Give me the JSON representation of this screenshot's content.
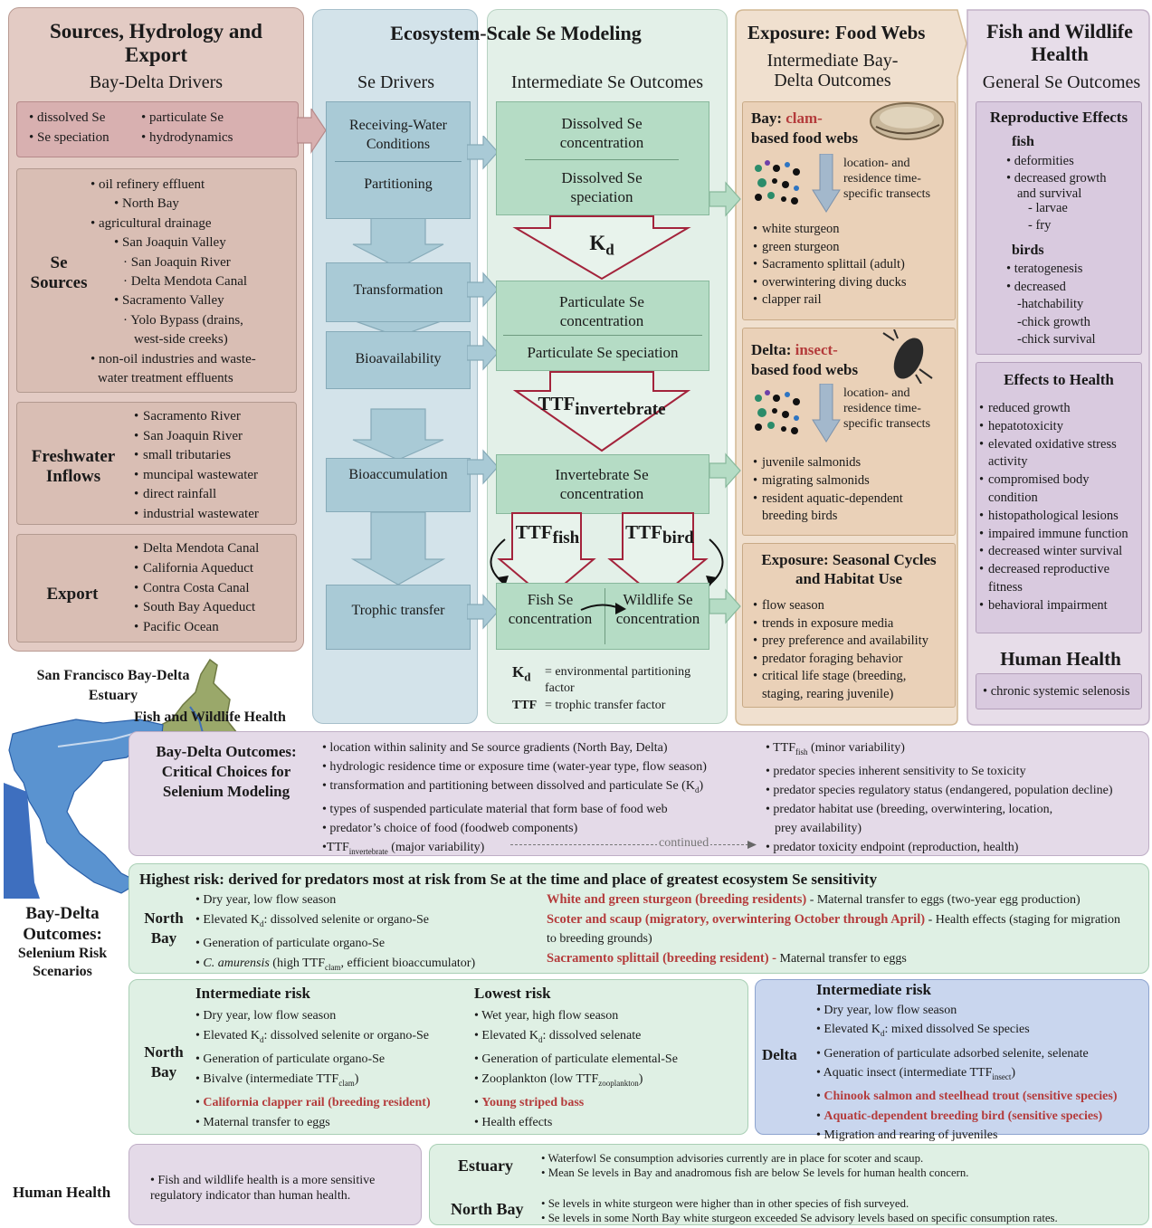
{
  "col1": {
    "title": "Sources, Hydrology and Export",
    "subtitle": "Bay-Delta Drivers",
    "drivers": [
      "dissolved Se",
      "particulate Se",
      "Se speciation",
      "hydrodynamics"
    ],
    "se_sources_label": "Se Sources",
    "se_sources": [
      "• oil refinery effluent",
      "• North Bay",
      "• agricultural drainage",
      "• San Joaquin Valley",
      "· San Joaquin River",
      "· Delta Mendota Canal",
      "• Sacramento Valley",
      "· Yolo Bypass (drains,",
      "west-side creeks)",
      "• non-oil industries and waste-",
      "water treatment effluents"
    ],
    "inflows_label": "Freshwater Inflows",
    "inflows": [
      "Sacramento River",
      "San Joaquin River",
      "small tributaries",
      "muncipal wastewater",
      "direct rainfall",
      "industrial wastewater"
    ],
    "export_label": "Export",
    "export": [
      "Delta Mendota Canal",
      "California Aqueduct",
      "Contra Costa Canal",
      "South Bay Aqueduct",
      "Pacific Ocean"
    ]
  },
  "col2": {
    "title": "Ecosystem-Scale Se Modeling",
    "drivers_head": "Se Drivers",
    "steps": [
      "Receiving-Water Conditions",
      "Partitioning",
      "Transformation",
      "Bioavailability",
      "Bioaccumulation",
      "Trophic transfer"
    ]
  },
  "col3": {
    "head": "Intermediate Se Outcomes",
    "dissolved_conc": "Dissolved Se concentration",
    "dissolved_spec": "Dissolved Se speciation",
    "kd": "K",
    "kd_sub": "d",
    "part_conc": "Particulate Se concentration",
    "part_spec": "Particulate Se speciation",
    "ttf_inv": "TTF",
    "ttf_inv_sub": "invertebrate",
    "inv_conc": "Invertebrate Se concentration",
    "ttf_fish": "TTF",
    "ttf_fish_sub": "fish",
    "ttf_bird": "TTF",
    "ttf_bird_sub": "bird",
    "fish_conc": "Fish Se concentration",
    "wild_conc": "Wildlife Se concentration",
    "legend_kd": "= environmental partitioning factor",
    "legend_ttf": "= trophic transfer factor",
    "legend_ttf_label": "TTF"
  },
  "col4": {
    "title": "Exposure: Food Webs",
    "subtitle": "Intermediate Bay-Delta Outcomes",
    "bay_prefix": "Bay:",
    "bay_red": "clam-",
    "bay_suffix": "based food webs",
    "transect": "location- and residence time-specific transects",
    "bay_items": [
      "white sturgeon",
      "green sturgeon",
      "Sacramento splittail (adult)",
      "overwintering diving ducks",
      "clapper rail"
    ],
    "delta_prefix": "Delta:",
    "delta_red": "insect-",
    "delta_suffix": "based food webs",
    "delta_items": [
      "juvenile salmonids",
      "migrating salmonids",
      "resident aquatic-dependent breeding birds"
    ],
    "seasonal_title": "Exposure: Seasonal Cycles and Habitat Use",
    "seasonal_items": [
      "flow season",
      "trends in exposure media",
      "prey preference and availability",
      "predator foraging behavior",
      "critical life stage (breeding, staging, rearing juvenile)"
    ]
  },
  "col5": {
    "title": "Fish and Wildlife Health",
    "subtitle": "General Se Outcomes",
    "repro_title": "Reproductive Effects",
    "fish_label": "fish",
    "fish_items": [
      "• deformities",
      "• decreased growth",
      "and survival",
      "- larvae",
      "- fry"
    ],
    "birds_label": "birds",
    "bird_items": [
      "• teratogenesis",
      "• decreased",
      "-hatchability",
      "-chick growth",
      "-chick survival"
    ],
    "health_title": "Effects to Health",
    "health_items": [
      "reduced growth",
      "hepatotoxicity",
      "elevated oxidative stress activity",
      "compromised body condition",
      "histopathological lesions",
      "impaired immune function",
      "decreased winter survival",
      "decreased reproductive fitness",
      "behavioral impairment"
    ],
    "human_title": "Human Health",
    "human_item": "chronic systemic selenosis"
  },
  "map": {
    "title": "San Francisco Bay-Delta Estuary",
    "fw_health": "Fish and Wildlife Health"
  },
  "critical": {
    "label": "Bay-Delta Outcomes: Critical Choices for Selenium Modeling",
    "left": [
      "location within salinity and Se source gradients (North Bay, Delta)",
      "hydrologic residence time or exposure time (water-year type, flow season)",
      "transformation and partitioning between dissolved and particulate Se (K",
      "types of suspended particulate material that form base of food web",
      "predator’s choice of food (foodweb components)",
      "TTF"
    ],
    "left_kd_tail": ")",
    "ttf_inv_sub": "invertebrate",
    "ttf_inv_tail": " (major variability)",
    "continued": "continued",
    "right_ttf_sub": "fish",
    "right": [
      " (minor variability)",
      "predator species inherent sensitivity to Se toxicity",
      "predator species regulatory status (endangered, population decline)",
      "predator habitat use (breeding, overwintering, location,",
      "prey availability)",
      "predator toxicity endpoint (reproduction, health)"
    ]
  },
  "risk": {
    "side_label": "Bay-Delta Outcomes:",
    "side_label2": "Selenium Risk Scenarios",
    "highest_title": "Highest risk: derived for predators most at risk from Se at the time and place of greatest ecosystem Se sensitivity",
    "north_bay": "North Bay",
    "hr_left": [
      "Dry year, low flow season",
      "Elevated K",
      "Generation of particulate organo-Se",
      "C. amurensis"
    ],
    "hr_kd_tail": ": dissolved selenite or organo-Se",
    "hr_clam_tail": " (high TTF",
    "hr_clam_sub": "clam",
    "hr_clam_end": ", efficient bioaccumulator)",
    "hr_right": [
      {
        "red": "White and green sturgeon (breeding residents)",
        "rest": " - Maternal transfer to eggs (two-year egg production)"
      },
      {
        "red": "Scoter and scaup (migratory, overwintering October through April)",
        "rest": " - Health effects (staging for migration to breeding grounds)"
      },
      {
        "red": "Sacramento splittail (breeding resident) -",
        "rest": " Maternal transfer to eggs"
      }
    ],
    "inter_title": "Intermediate risk",
    "inter_items": [
      "Dry year, low flow season",
      "Elevated K",
      "Generation of particulate organo-Se",
      "Bivalve (intermediate TTF",
      "California clapper rail (breeding resident)",
      "Maternal transfer to eggs"
    ],
    "inter_kd_tail": ": dissolved selenite or organo-Se",
    "inter_biv_sub": "clam",
    "low_title": "Lowest risk",
    "low_items": [
      "Wet year, high flow season",
      "Elevated K",
      "Generation of particulate elemental-Se",
      "Zooplankton (low TTF",
      "Young striped bass",
      "Health effects"
    ],
    "low_kd_tail": ": dissolved selenate",
    "low_zoo_sub": "zooplankton",
    "delta_label": "Delta",
    "delta_title": "Intermediate risk",
    "delta_items": [
      "Dry year, low flow season",
      "Elevated K",
      "Generation of particulate adsorbed selenite, selenate",
      "Aquatic insect (intermediate TTF",
      "Chinook salmon and steelhead trout (sensitive species)",
      "Aquatic-dependent breeding bird (sensitive species)",
      "Migration and rearing of juveniles"
    ],
    "delta_kd_tail": ": mixed dissolved Se species",
    "delta_ins_sub": "insect"
  },
  "human": {
    "label": "Human Health",
    "note": "Fish and wildlife health is a more sensitive regulatory indicator than human health.",
    "estuary": "Estuary",
    "estuary_items": [
      "Waterfowl Se consumption advisories currently are in place for scoter and scaup.",
      "Mean Se levels in Bay and anadromous fish are below Se levels for human health concern."
    ],
    "north_bay": "North Bay",
    "nb_items": [
      "Se levels in white sturgeon were higher than in other species of fish surveyed.",
      "Se levels in some North Bay white sturgeon exceeded Se advisory levels based on specific consumption rates."
    ]
  },
  "colors": {
    "red_text": "#b43b3b",
    "arrow_red": "#a3233b"
  }
}
